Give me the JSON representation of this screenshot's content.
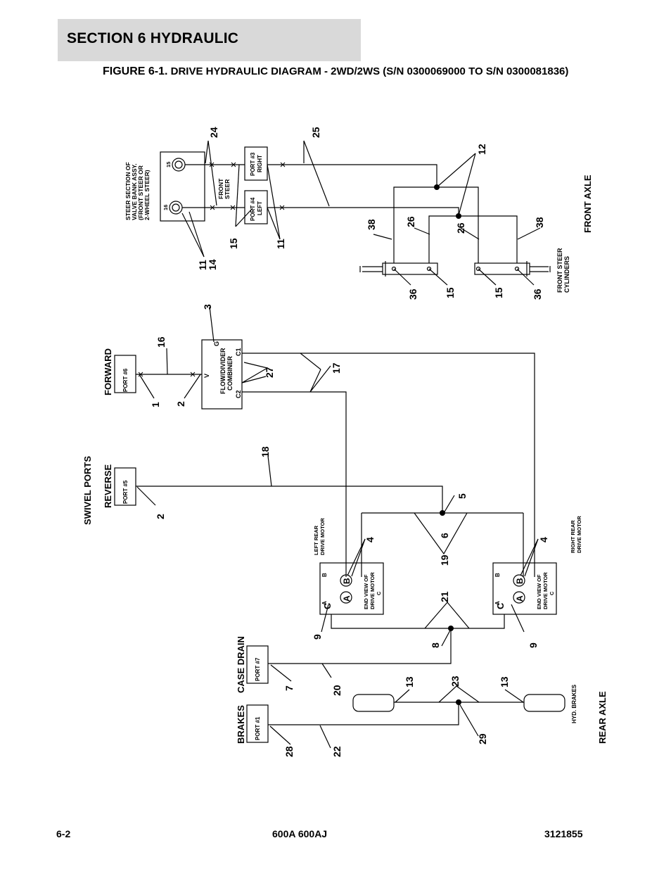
{
  "header": {
    "section_title": "SECTION 6   HYDRAULIC",
    "figure_label": "FIGURE 6-1.",
    "figure_title": "DRIVE HYDRAULIC DIAGRAM - 2WD/2WS (S/N 0300069000 TO S/N 0300081836)"
  },
  "footer": {
    "page": "6-2",
    "model": "600A 600AJ",
    "doc_number": "3121855"
  },
  "labels": {
    "swivel_ports": "SWIVEL PORTS",
    "forward": "FORWARD",
    "reverse": "REVERSE",
    "case_drain": "CASE DRAIN",
    "brakes": "BRAKES",
    "front_axle": "FRONT AXLE",
    "rear_axle": "REAR AXLE",
    "hyd_brakes": "HYD. BRAKES",
    "front_steer_cylinders": [
      "FRONT STEER",
      "CYLINDERS"
    ],
    "left_rear_drive_motor": [
      "LEFT REAR",
      "DRIVE MOTOR"
    ],
    "right_rear_drive_motor": [
      "RIGHT REAR",
      "DRIVE MOTOR"
    ],
    "end_view": [
      "END VIEW OF",
      "DRIVE MOTOR"
    ],
    "motor_port_a": "A",
    "motor_port_b": "B",
    "motor_port_c": "C",
    "steer_section": [
      "STEER SECTION OF",
      "VALVE BANK ASSY.",
      "(FRONT STEER OR",
      "2-WHEEL STEER)"
    ],
    "front_steer": [
      "FRONT",
      "STEER"
    ],
    "flow_divider": [
      "FLOW/DIVIDER",
      "COMBINER"
    ],
    "fd_v": "V",
    "fd_g": "G",
    "fd_c1": "C1",
    "fd_c2": "C2",
    "port1": "PORT #1",
    "port3": [
      "PORT #3",
      "RIGHT"
    ],
    "port4": [
      "PORT #4",
      "LEFT"
    ],
    "port5": "PORT #5",
    "port6": "PORT #6",
    "port7": "PORT #7",
    "valve_port_15": "15",
    "valve_port_16": "16"
  },
  "callouts": {
    "c1": "1",
    "c2": "2",
    "c3": "3",
    "c4": "4",
    "c5": "5",
    "c6": "6",
    "c7": "7",
    "c8": "8",
    "c9": "9",
    "c11": "11",
    "c12": "12",
    "c13": "13",
    "c14": "14",
    "c15": "15",
    "c16": "16",
    "c17": "17",
    "c18": "18",
    "c19": "19",
    "c20": "20",
    "c21": "21",
    "c22": "22",
    "c23": "23",
    "c24": "24",
    "c25": "25",
    "c26": "26",
    "c27": "27",
    "c28": "28",
    "c29": "29",
    "c36": "36",
    "c38": "38"
  }
}
